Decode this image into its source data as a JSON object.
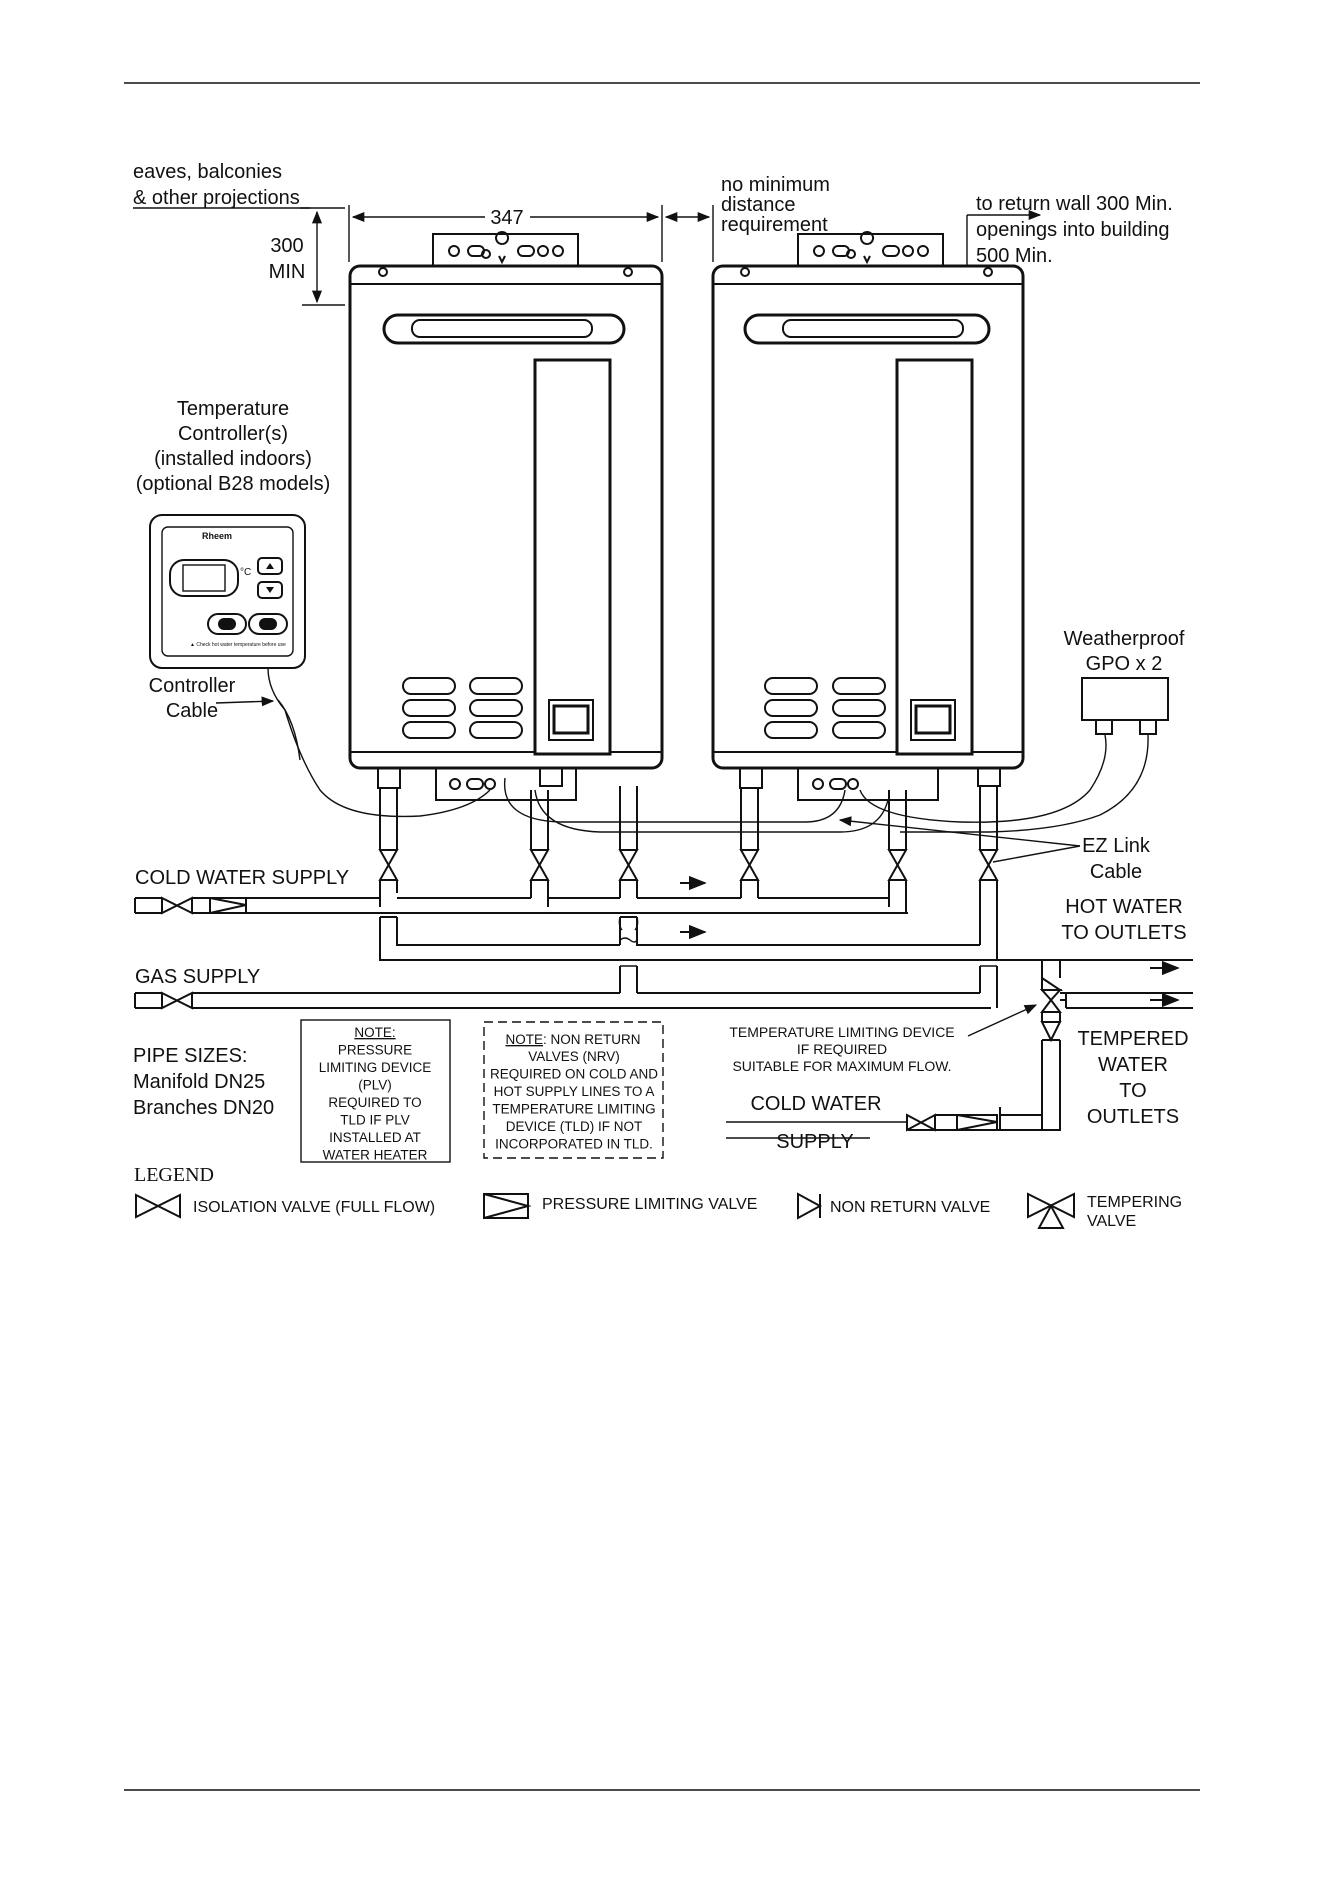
{
  "labels": {
    "eaves": [
      "eaves, balconies",
      "& other projections"
    ],
    "dim_300": [
      "300",
      "MIN"
    ],
    "dim_347": "347",
    "no_min": [
      "no minimum",
      "distance",
      "requirement"
    ],
    "return_wall": [
      "to return wall 300 Min.",
      "openings into building",
      "500 Min."
    ],
    "temp_controller": [
      "Temperature",
      "Controller(s)",
      "(installed indoors)",
      "(optional B28 models)"
    ],
    "controller_cable": [
      "Controller",
      "Cable"
    ],
    "weatherproof": [
      "Weatherproof",
      "GPO x 2"
    ],
    "ez_link": [
      "EZ Link",
      "Cable"
    ],
    "cold_water_supply": "COLD WATER SUPPLY",
    "hot_water": [
      "HOT WATER",
      "TO OUTLETS"
    ],
    "gas_supply": "GAS SUPPLY",
    "pipe_sizes": [
      "PIPE SIZES:",
      "Manifold   DN25",
      "Branches  DN20"
    ],
    "note1": [
      "NOTE:",
      "PRESSURE",
      "LIMITING DEVICE",
      "(PLV)",
      "REQUIRED TO",
      "TLD IF PLV",
      "INSTALLED AT",
      "WATER HEATER"
    ],
    "note2_head": "NOTE",
    "note2_first": ": NON RETURN",
    "note2": [
      "VALVES (NRV)",
      "REQUIRED ON COLD AND",
      "HOT SUPPLY LINES TO A",
      "TEMPERATURE LIMITING",
      "DEVICE (TLD) IF NOT",
      "INCORPORATED IN TLD."
    ],
    "tld": [
      "TEMPERATURE LIMITING DEVICE",
      "IF REQUIRED",
      "SUITABLE FOR MAXIMUM FLOW."
    ],
    "tempered": [
      "TEMPERED",
      "WATER",
      "TO",
      "OUTLETS"
    ],
    "cold_water2": [
      "COLD WATER",
      "SUPPLY"
    ]
  },
  "legend": {
    "title": "LEGEND",
    "isolation": "ISOLATION VALVE (FULL FLOW)",
    "pressure": "PRESSURE LIMITING VALVE",
    "nonreturn": "NON RETURN VALVE",
    "tempering": [
      "TEMPERING",
      "VALVE"
    ]
  }
}
